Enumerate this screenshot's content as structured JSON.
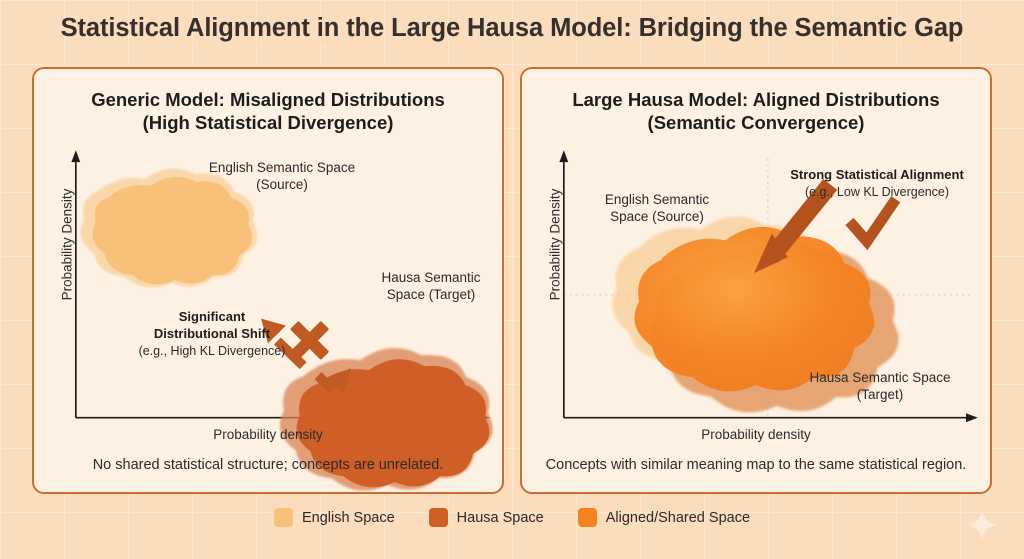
{
  "title": "Statistical Alignment in the Large Hausa Model: Bridging the Semantic Gap",
  "colors": {
    "page_bg": "#fbdcbc",
    "panel_bg": "#fdf1e4",
    "panel_border": "#c8702e",
    "english_space": "#f7c178",
    "hausa_space": "#cf5f27",
    "aligned_space": "#f58220",
    "arrow": "#c05a23",
    "text": "#2b2b2b"
  },
  "panels": [
    {
      "id": "generic-model",
      "title_line1": "Generic Model: Misaligned Distributions",
      "title_line2": "(High Statistical Divergence)",
      "axis_y": "Probability Density",
      "axis_x": "Probability density",
      "english_label_line1": "English Semantic Space",
      "english_label_line2": "(Source)",
      "hausa_label_line1": "Hausa Semantic",
      "hausa_label_line2": "Space (Target)",
      "callout_line1": "Significant",
      "callout_line2": "Distributional Shift",
      "callout_line3": "(e.g., High KL Divergence)",
      "marker_icon": "cross-x-icon",
      "footer": "No shared statistical structure; concepts are unrelated."
    },
    {
      "id": "large-hausa-model",
      "title_line1": "Large Hausa Model: Aligned Distributions",
      "title_line2": "(Semantic Convergence)",
      "axis_y": "Probability Density",
      "axis_x": "Probability density",
      "english_label_line1": "English Semantic",
      "english_label_line2": "Space (Source)",
      "hausa_label_line1": "Hausa Semantic Space",
      "hausa_label_line2": "(Target)",
      "callout_line1": "Strong Statistical Alignment",
      "callout_line2": "(e.g., Low KL Divergence)",
      "marker_icon": "check-mark-icon",
      "footer": "Concepts with similar meaning map to the same statistical region."
    }
  ],
  "legend": [
    {
      "label": "English Space",
      "color": "#f7c178"
    },
    {
      "label": "Hausa Space",
      "color": "#cf5f27"
    },
    {
      "label": "Aligned/Shared Space",
      "color": "#f58220"
    }
  ],
  "decoration": {
    "sparkle_icon": "sparkle-icon"
  }
}
